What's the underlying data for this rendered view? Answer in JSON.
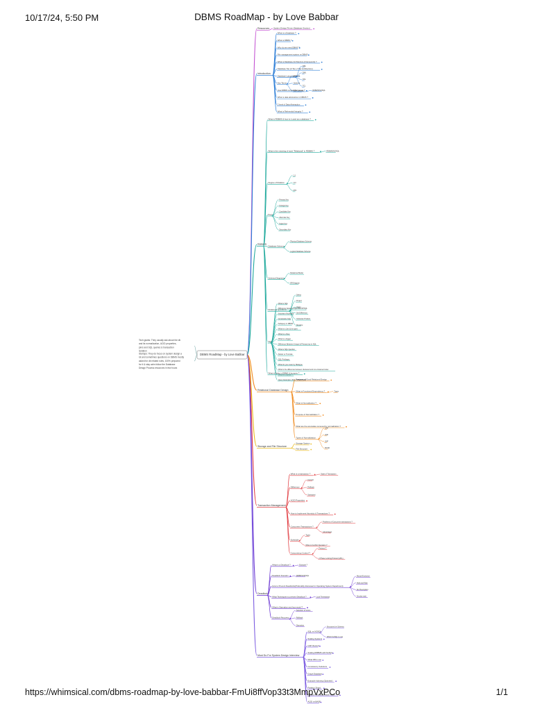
{
  "header": {
    "timestamp": "10/17/24, 5:50 PM",
    "title": "DBMS RoadMap - by Love Babbar"
  },
  "footer": {
    "url": "https://whimsical.com/dbms-roadmap-by-love-babbar-FmUi8ffVop33t3MmpVxPCo",
    "page": "1/1"
  },
  "colors": {
    "resources": "#c24fd1",
    "introduction": "#2f7fd6",
    "rdbms": "#1aa79a",
    "normalization": "#f08a1e",
    "storage": "#e8b81a",
    "transaction": "#e0393e",
    "deadlock": "#6a35d1",
    "system_design": "#7a5ae0"
  },
  "root": {
    "label": "DBMS RoadMap - by Love Babbar",
    "notes": [
      "Tech giants: They usually ask about the db and its normalization, ACID properties, joins and SQL queries & transaction isolation",
      "Startups: They do focus on system design a lot and sometimes questions on DBMS mostly asked for db related roles, 100% prepared for it & stay calm follow the Database Design Process resources in few hours"
    ]
  },
  "branches": [
    {
      "id": "resources",
      "label": "Resources",
      "leaves": [
        {
          "label": "System Design Primer (Database Section)"
        }
      ]
    },
    {
      "id": "introduction",
      "label": "Introduction",
      "leaves": [
        {
          "label": "What is a Database ?"
        },
        {
          "label": "What is DBMS ?"
        },
        {
          "label": "Why do we need DBMS ?"
        },
        {
          "label": "File management system vs DBMS"
        },
        {
          "label": "What is Database Architecture (Framework) ?"
        },
        {
          "label": "Database Tier (3 Tier, 2 Tier Architecture)"
        },
        {
          "label": "Database Languages",
          "children": [
            "DDL",
            "DML",
            "DCL",
            "TCL"
          ]
        },
        {
          "label": "Key Terms",
          "children": [
            "Instance",
            "Schema",
            "Sub-Schema"
          ]
        },
        {
          "label": "How DBMS compatible server ?",
          "children": [
            "RDBMS/NOSQL"
          ]
        },
        {
          "label": "What is data abstraction in DBMS ?"
        },
        {
          "label": "3 level of Data Abstraction"
        },
        {
          "label": "What is Referential Integrity ?"
        }
      ]
    },
    {
      "id": "rdbms",
      "label": "RDBMS",
      "leaves": [
        {
          "label": "What is RDBMS & how is it used as a database ?"
        },
        {
          "label": "What is the meaning of word \"Relational\" in RDBMS ?",
          "children": [
            "RDBMS/NOSQL"
          ]
        },
        {
          "label": "Degree of Relation",
          "children": [
            "1:1",
            "1:N",
            "M:N"
          ]
        },
        {
          "label": "Keys",
          "children": [
            "Primary Key",
            "Foreign Key",
            "Candidate Key",
            "Alternate Key",
            "Super Key",
            "Secondary Key"
          ]
        },
        {
          "label": "Database Schema",
          "children": [
            "Physical Database Schema",
            "Logical Database Schema"
          ]
        },
        {
          "label": "Schema Diagrams",
          "children": [
            "Relational Model",
            "ER Diagram"
          ]
        },
        {
          "label": "Relational operations",
          "children": [
            "Select",
            "Project",
            "Union",
            "Set Difference",
            "Cartesian Product",
            "Rename"
          ]
        },
        {
          "label": "SQL",
          "children": [
            "What is SQL",
            "Difference between SQL AND RPSQL",
            "Important Keywords",
            "Constraints SQL",
            "Subquery in DBMS",
            "What is a Join & its types",
            "What is a View",
            "What is a trigger",
            "Difference Between Unique & Primary key in SQL",
            "What is SQL Injection",
            "Delete vs Truncate",
            "SQL Privileges",
            "What do you mean by Dialogue",
            "What is the difference between clustered and non-clustered index",
            "What is a Cursor ?",
            "Query Examples (SQL INTERVIEW)"
          ]
        },
        {
          "label": "What is Index in DBMS & its types ?"
        }
      ]
    },
    {
      "id": "normalization",
      "label": "Relational Database Design",
      "leaves": [
        {
          "label": "Features of Good Relational Design"
        },
        {
          "label": "What is Functional Dependency ?",
          "children": [
            "Types"
          ]
        },
        {
          "label": "What is Normalization ?"
        },
        {
          "label": "Purpose of Normalization ?"
        },
        {
          "label": "What are the anomalies removed by normalization ?"
        },
        {
          "label": "Types of Normalization",
          "children": [
            "1NF",
            "2NF",
            "3NF",
            "BCNF"
          ]
        }
      ]
    },
    {
      "id": "storage",
      "label": "Storage and File Structure",
      "leaves": [
        {
          "label": "Storage System"
        },
        {
          "label": "File Structure"
        }
      ]
    },
    {
      "id": "transaction",
      "label": "Transaction Management",
      "leaves": [
        {
          "label": "What is a transaction ?",
          "children": [
            "State of Transaction"
          ]
        },
        {
          "label": "Difference",
          "children": [
            "Commit",
            "Rollback",
            "Savepoint"
          ]
        },
        {
          "label": "ACID Properties"
        },
        {
          "label": "How to Implement Atomicity & Transactions ?"
        },
        {
          "label": "Concurrent Transactions ?",
          "children": [
            "Problems of Concurrent transactions ?",
            "Advantages"
          ]
        },
        {
          "label": "Schedule",
          "children": [
            "Types",
            "What is Conflict Operation ?"
          ]
        },
        {
          "label": "Concurrency Control ?",
          "children": [
            "Protocol ?",
            "2 Phase Locking Protocol (2PL)"
          ]
        }
      ]
    },
    {
      "id": "deadlock",
      "label": "Deadlock",
      "leaves": [
        {
          "label": "What is a Deadlock ?",
          "children": [
            "Example ?"
          ]
        },
        {
          "label": "Deadlock Scenario",
          "children": [
            "RDBMS/NOSQL"
          ]
        },
        {
          "label": "How to Prevent Deadlocks(Preferably discussed in Operating System Department)",
          "children": [
            "Mutual Exclusion",
            "Hold and Wait",
            "No Preemption",
            "Circular wait"
          ]
        },
        {
          "label": "What Techniques to prevent Deadlock ?",
          "children": [
            "Lock Timestamps"
          ]
        },
        {
          "label": "What is Starvation and how avoid ?"
        },
        {
          "label": "Deadlock Recovery",
          "children": [
            "Selection of Victim",
            "Rollback",
            "Starvation"
          ]
        }
      ]
    },
    {
      "id": "system_design",
      "label": "Must Do For System Design Interview",
      "leaves": [
        {
          "label": "SQL vs NOSQL",
          "children": [
            "Structured vs Schema",
            "Which NoSQL to use"
          ]
        },
        {
          "label": "Scaling Systems"
        },
        {
          "label": "CAP theorem"
        },
        {
          "label": "Scaling RDBMS with NoSQL"
        },
        {
          "label": "What DB to use"
        },
        {
          "label": "Consistency Solutions"
        },
        {
          "label": "Graph Database"
        },
        {
          "label": "Example Indexing (Splunker)"
        },
        {
          "label": "Partition Shard"
        },
        {
          "label": "Partition Sharding Master Slave"
        },
        {
          "label": "ACID vs BASE"
        }
      ]
    }
  ]
}
